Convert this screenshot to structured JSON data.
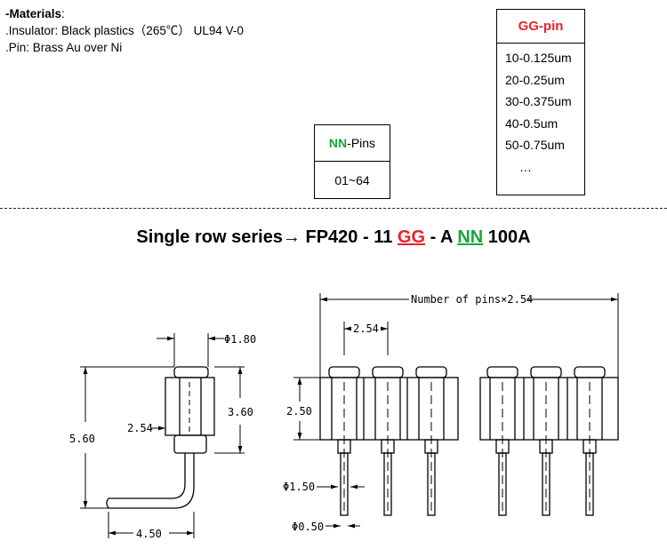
{
  "materials": {
    "title": "-Materials",
    "title_colon": ":",
    "insulator": ".Insulator: Black plastics（265℃） UL94 V-0",
    "pin": ".Pin: Brass Au over Ni"
  },
  "gg_box": {
    "title": "GG-pin",
    "items": [
      "10-0.125um",
      "20-0.25um",
      "30-0.375um",
      "40-0.5um",
      "50-0.75um",
      "…"
    ]
  },
  "nn_box": {
    "title_highlight": "NN",
    "title_rest": "-Pins",
    "range": "01~64"
  },
  "series": {
    "prefix": "Single row series→ FP420 - 11 ",
    "gg": "GG",
    "middle": " - A ",
    "nn": "NN",
    "suffix": " 100A"
  },
  "colors": {
    "red": "#e8232a",
    "green": "#19a53b"
  },
  "drawing": {
    "side": {
      "top_dia": "Φ1.80",
      "pitch": "2.54",
      "body_height": "3.60",
      "total_height": "5.60",
      "leg": "4.50"
    },
    "front": {
      "span": "Number of pins×2.54",
      "pitch": "2.54",
      "height": "2.50",
      "dia_large": "Φ1.50",
      "dia_small": "Φ0.50"
    }
  }
}
